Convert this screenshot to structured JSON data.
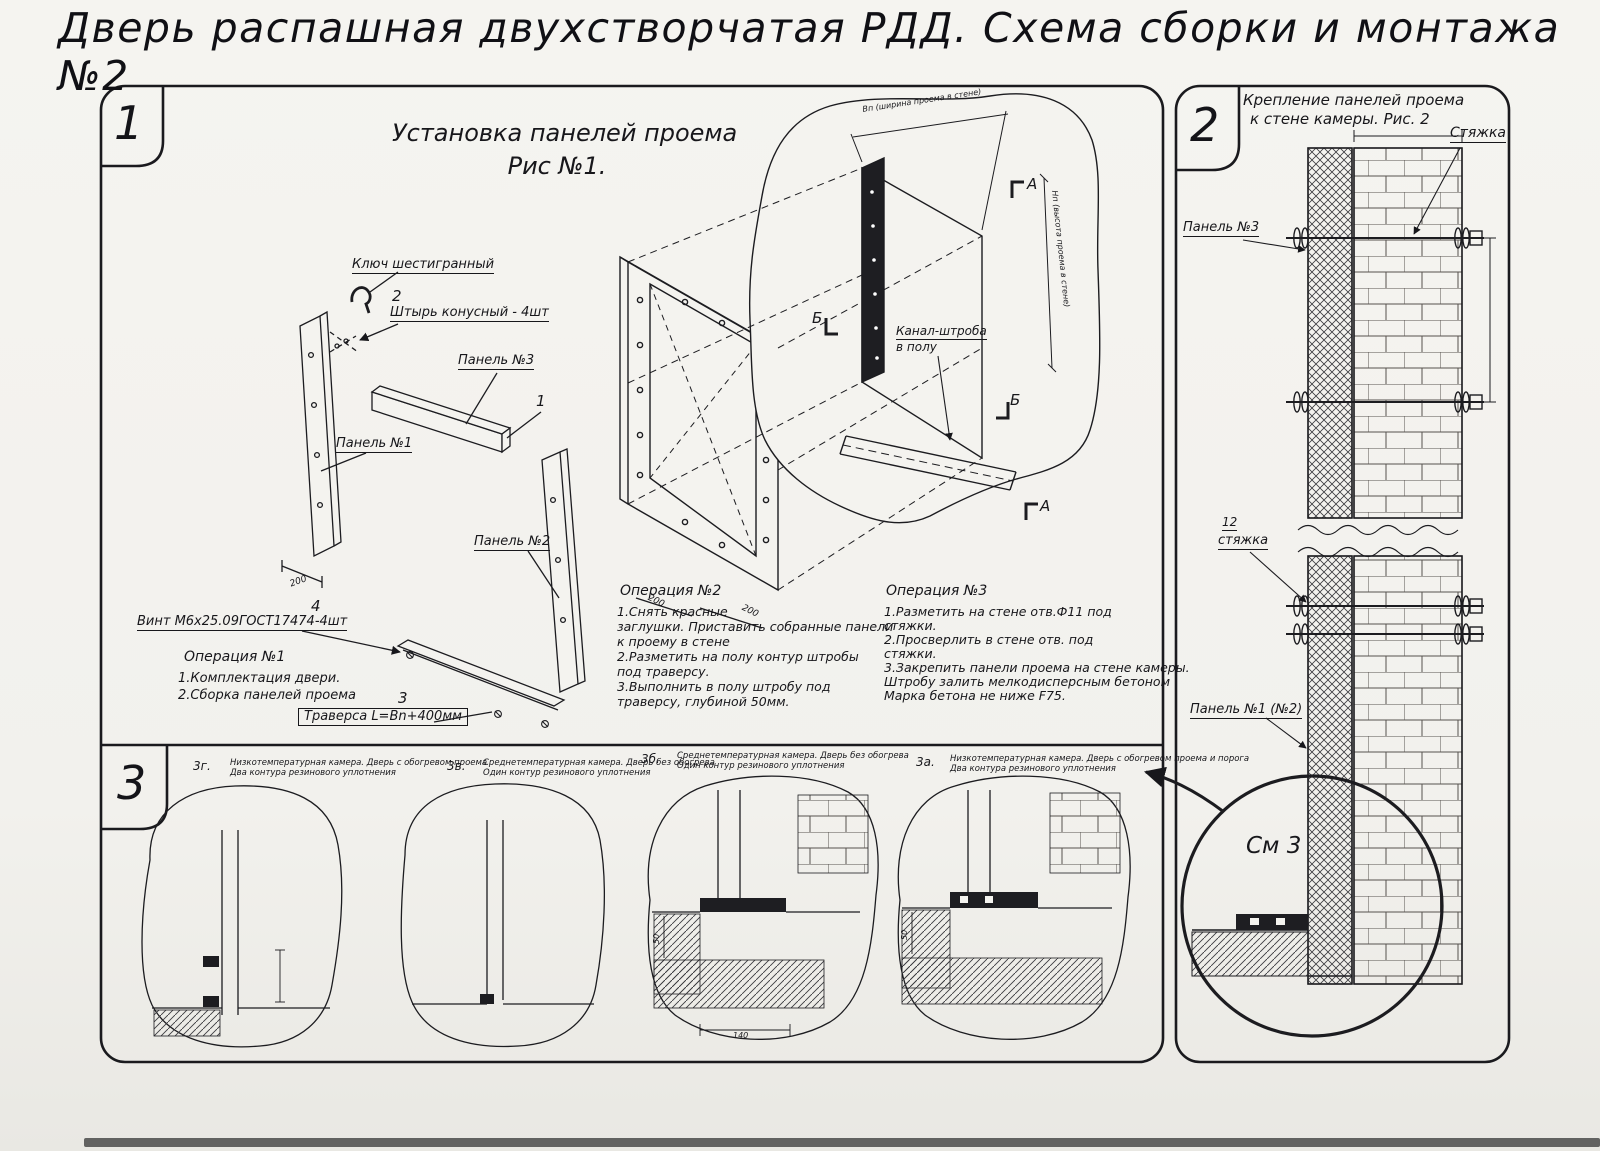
{
  "page": {
    "title": "Дверь распашная двухстворчатая РДД.  Схема сборки и монтажа №2"
  },
  "section1": {
    "number": "1",
    "title": "Установка панелей проема",
    "subtitle": "Рис №1.",
    "labels": {
      "hex_key": "Ключ шестигранный",
      "pin_num": "2",
      "pin": "Штырь конусный - 4шт",
      "panel3": "Панель №3",
      "panel1": "Панель №1",
      "item1": "1",
      "panel2": "Панель №2",
      "screw_num": "4",
      "screw": "Винт М6х25.09ГОСТ17474-4шт",
      "traverse_num": "3",
      "traverse": "Траверса  L=Bn+400мм",
      "channel_line1": "Канал-штроба",
      "channel_line2": "в полу",
      "marker_a_top": "А",
      "marker_a_bottom": "А",
      "marker_b_left": "Б",
      "marker_b_right": "Б"
    },
    "op1": {
      "title": "Операция №1",
      "line1": "1.Комплектация двери.",
      "line2": "2.Сборка панелей проема"
    },
    "op2": {
      "title": "Операция №2",
      "line1": "1.Снять красные",
      "line2": "заглушки. Приставить собранные панели",
      "line3": "к проему в стене",
      "line4": "2.Разметить на полу контур штробы",
      "line5": "под траверсу.",
      "line6": "3.Выполнить в полу штробу под",
      "line7": "траверсу, глубиной 50мм."
    },
    "op3": {
      "title": "Операция №3",
      "line1": "1.Разметить на стене отв.Ф11 под",
      "line2": "стяжки.",
      "line3": "2.Просверлить в стене отв.  под",
      "line4": "стяжки.",
      "line5": "3.Закрепить панели проема на стене камеры.",
      "line6": "Штробу залить мелкодисперсным бетоном",
      "line7": "Марка бетона не ниже   F75."
    },
    "dims": {
      "d200a": "200",
      "d200b": "200",
      "d200c": "200",
      "w_open": "Вп (ширина проема в стене)",
      "h_open": "Нп (высота проема в стене)"
    }
  },
  "section2": {
    "number": "2",
    "title_line1": "Крепление панелей проема",
    "title_line2": "к стене камеры. Рис. 2",
    "labels": {
      "tie_top": "Стяжка",
      "panel3": "Панель №3",
      "tie_mid_num": "12",
      "tie_mid": "стяжка",
      "panel1": "Панель №1 (№2)",
      "see3": "См 3"
    }
  },
  "section3": {
    "number": "3",
    "details": [
      {
        "id": "3г.",
        "caption_line1": "Низкотемпературная камера. Дверь с обогревом проема",
        "caption_line2": "Два контура резинового уплотнения"
      },
      {
        "id": "3в.",
        "caption_line1": "Среднетемпературная камера. Дверь без обогрева",
        "caption_line2": "Один контур резинового уплотнения"
      },
      {
        "id": "3б.",
        "caption_line1": "Среднетемпературная камера. Дверь без обогрева",
        "caption_line2": "Один контур резинового уплотнения"
      },
      {
        "id": "3а.",
        "caption_line1": "Низкотемпературная камера. Дверь с обогревом проема и порога",
        "caption_line2": "Два контура резинового уплотнения"
      }
    ],
    "dims": {
      "d50a": "50",
      "d140": "140",
      "d50b": "50"
    }
  }
}
